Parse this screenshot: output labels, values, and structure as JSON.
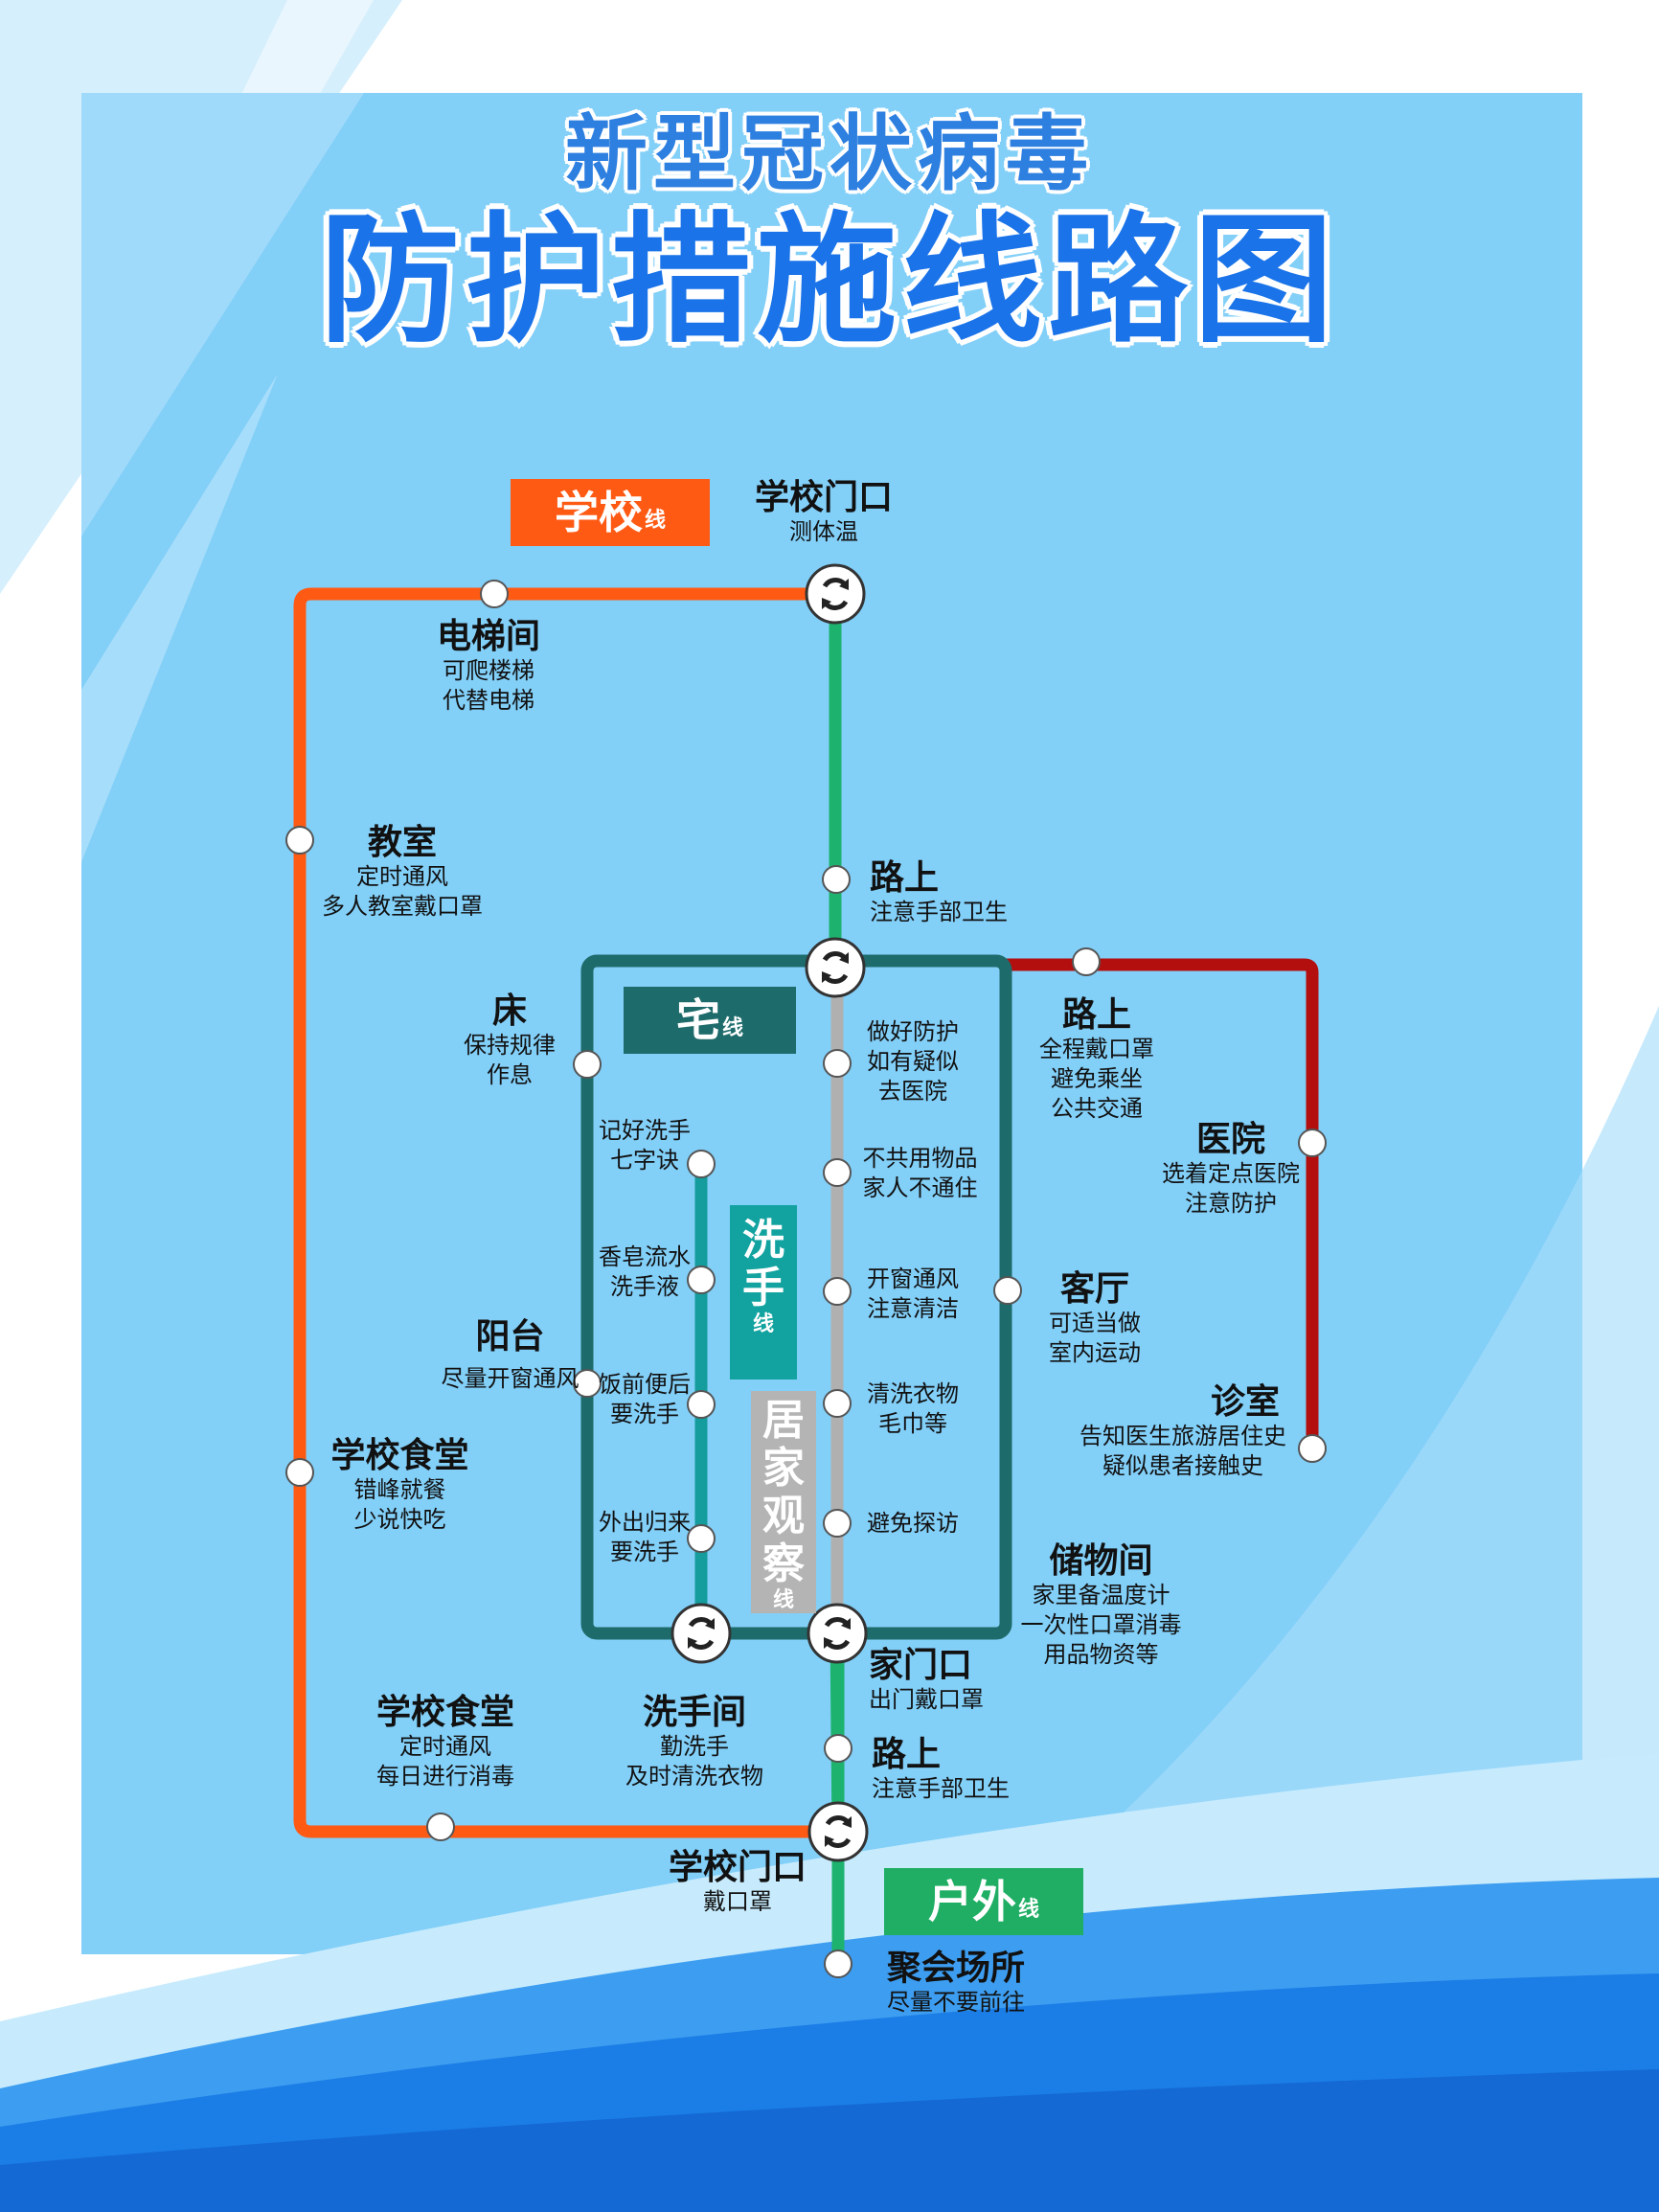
{
  "title": {
    "line1": "新型冠状病毒",
    "line2": "防护措施线路图"
  },
  "colors": {
    "school_line": "#ff5a14",
    "school_badge": "#ff5a14",
    "home_line": "#1e6b6b",
    "home_badge": "#1e6b6b",
    "handwash_line": "#159c9c",
    "handwash_badge": "#12a3a0",
    "observation_line": "#b0b0b0",
    "observation_badge": "#b4b4b4",
    "outdoor_line": "#1db36e",
    "outdoor_badge": "#1fae63",
    "hospital_line": "#b30f0f",
    "title": "#1a73e8",
    "background": "#82cff8"
  },
  "line_badges": {
    "school": {
      "main": "学校",
      "suffix": "线"
    },
    "home": {
      "main": "宅",
      "suffix": "线"
    },
    "handwash": {
      "main": "洗手",
      "suffix": "线"
    },
    "observation": {
      "main": "居家观察",
      "suffix": "线"
    },
    "outdoor": {
      "main": "户外",
      "suffix": "线"
    }
  },
  "stations": {
    "school_gate_top": {
      "title": "学校门口",
      "desc": "测体温"
    },
    "elevator": {
      "title": "电梯间",
      "desc1": "可爬楼梯",
      "desc2": "代替电梯"
    },
    "classroom": {
      "title": "教室",
      "desc1": "定时通风",
      "desc2": "多人教室戴口罩"
    },
    "road_top": {
      "title": "路上",
      "desc": "注意手部卫生"
    },
    "bed": {
      "title": "床",
      "desc1": "保持规律",
      "desc2": "作息"
    },
    "road_red": {
      "title": "路上",
      "desc1": "全程戴口罩",
      "desc2": "避免乘坐",
      "desc3": "公共交通"
    },
    "hospital": {
      "title": "医院",
      "desc1": "选着定点医院",
      "desc2": "注意防护"
    },
    "living_room": {
      "title": "客厅",
      "desc1": "可适当做",
      "desc2": "室内运动"
    },
    "clinic": {
      "title": "诊室",
      "desc1": "告知医生旅游居住史",
      "desc2": "疑似患者接触史"
    },
    "balcony": {
      "title": "阳台",
      "desc": "尽量开窗通风"
    },
    "canteen_left": {
      "title": "学校食堂",
      "desc1": "错峰就餐",
      "desc2": "少说快吃"
    },
    "storage": {
      "title": "储物间",
      "desc1": "家里备温度计",
      "desc2": "一次性口罩消毒",
      "desc3": "用品物资等"
    },
    "home_door": {
      "title": "家门口",
      "desc": "出门戴口罩"
    },
    "canteen_bottom": {
      "title": "学校食堂",
      "desc1": "定时通风",
      "desc2": "每日进行消毒"
    },
    "washroom": {
      "title": "洗手间",
      "desc1": "勤洗手",
      "desc2": "及时清洗衣物"
    },
    "road_bottom": {
      "title": "路上",
      "desc": "注意手部卫生"
    },
    "school_gate_bottom": {
      "title": "学校门口",
      "desc": "戴口罩"
    },
    "gathering": {
      "title": "聚会场所",
      "desc": "尽量不要前往"
    }
  },
  "handwash_stops": {
    "s1": {
      "l1": "记好洗手",
      "l2": "七字诀"
    },
    "s2": {
      "l1": "香皂流水",
      "l2": "洗手液"
    },
    "s3": {
      "l1": "饭前便后",
      "l2": "要洗手"
    },
    "s4": {
      "l1": "外出归来",
      "l2": "要洗手"
    }
  },
  "observation_stops": {
    "s1": {
      "l1": "做好防护",
      "l2": "如有疑似",
      "l3": "去医院"
    },
    "s2": {
      "l1": "不共用物品",
      "l2": "家人不通住"
    },
    "s3": {
      "l1": "开窗通风",
      "l2": "注意清洁"
    },
    "s4": {
      "l1": "清洗衣物",
      "l2": "毛巾等"
    },
    "s5": {
      "l1": "避免探访"
    }
  }
}
